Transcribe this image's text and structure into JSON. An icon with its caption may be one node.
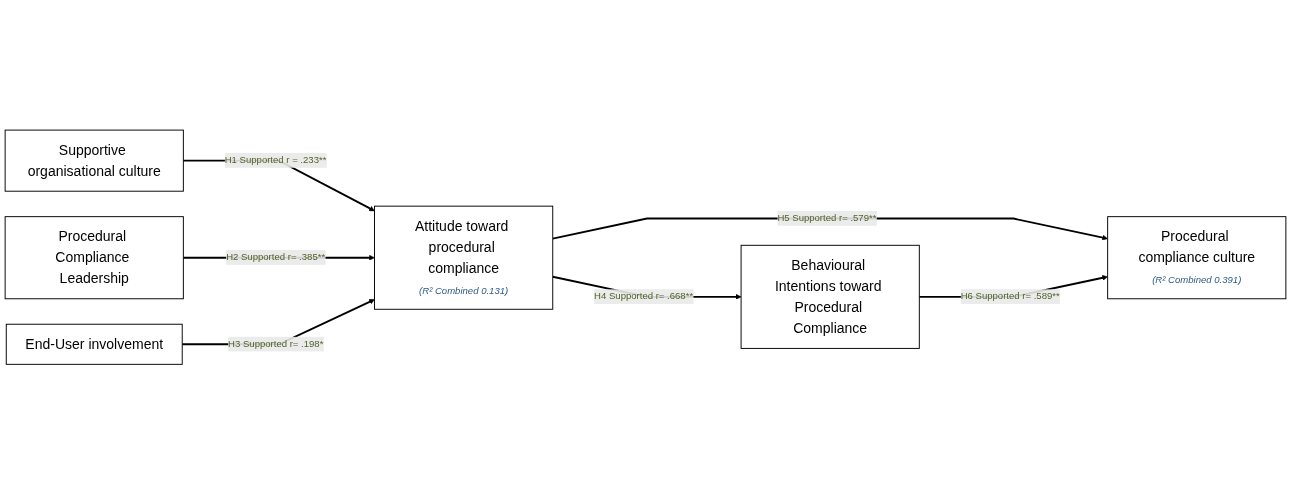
{
  "diagram": {
    "nodes": [
      {
        "text": [
          "Supportive organisational culture"
        ]
      },
      {
        "text": [
          "Procedural Compliance Leadership"
        ]
      },
      {
        "text": [
          "End-User involvement"
        ]
      },
      {
        "text": [
          "Attitude toward procedural compliance",
          "(R² Combined 0.131)"
        ]
      },
      {
        "text": [
          "Procedural compliance culture",
          "(R² Combined 0.391)"
        ]
      },
      {
        "text": [
          "Behavioural Intentions toward Procedural Compliance"
        ]
      }
    ],
    "edges": [
      {
        "from": 0,
        "to": 3,
        "arrow": "to",
        "label": "H1 Supported r = .233**"
      },
      {
        "from": 1,
        "to": 3,
        "arrow": "to",
        "label": "H2 Supported r= .385**"
      },
      {
        "from": 2,
        "to": 3,
        "arrow": "to",
        "label": "H3 Supported r= .198*"
      },
      {
        "from": 3,
        "to": 4,
        "arrow": "to",
        "label": "H5 Supported r= .579**"
      },
      {
        "from": 3,
        "to": 5,
        "arrow": "to",
        "label": "H4 Supported r= .668**"
      },
      {
        "from": 5,
        "to": 4,
        "arrow": "to",
        "label": "H6 Supported r= .589**"
      }
    ]
  }
}
